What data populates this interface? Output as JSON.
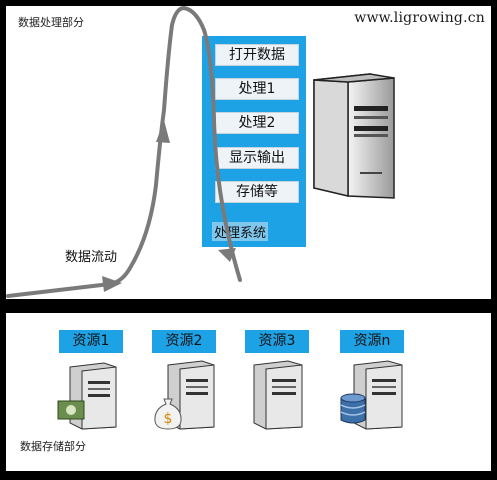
{
  "watermark": "www.ligrowing.cn",
  "top_section": {
    "label": "数据处理部分",
    "system": {
      "steps": [
        "打开数据",
        "处理1",
        "处理2",
        "显示输出",
        "存储等"
      ],
      "label": "处理系统"
    },
    "flow_label": "数据流动"
  },
  "bottom_section": {
    "label": "数据存储部分",
    "resources": [
      {
        "label": "资源1",
        "icon": "money-bill-icon"
      },
      {
        "label": "资源2",
        "icon": "money-bag-icon"
      },
      {
        "label": "资源3",
        "icon": "none"
      },
      {
        "label": "资源n",
        "icon": "database-icon"
      }
    ]
  },
  "colors": {
    "accent": "#1ea2e6",
    "arrow": "#7a7a7a",
    "frame": "#000000"
  }
}
